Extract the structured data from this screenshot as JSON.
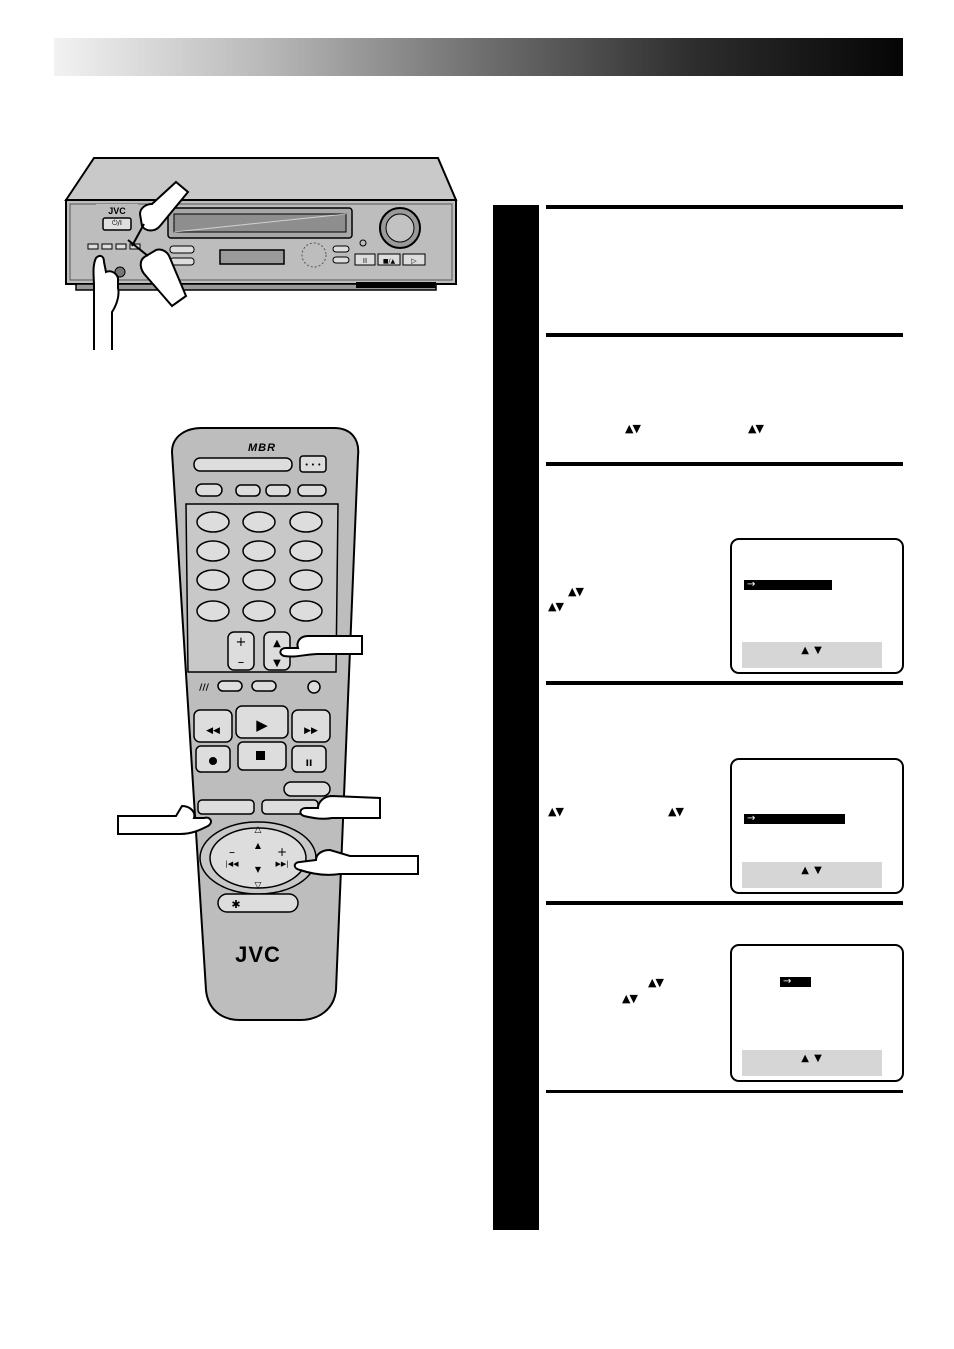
{
  "vcr": {
    "brand": "JVC",
    "power_label": "⏻/I"
  },
  "remote": {
    "brand": "JVC",
    "mbr_logo": "MBR"
  },
  "steps": {
    "step2_arrows": [
      "▲▼",
      "▲▼"
    ],
    "step3_arrows": [
      "▲▼",
      "▲▼"
    ],
    "step4_arrows": [
      "▲▼",
      "▲▼"
    ],
    "step5_arrows": [
      "▲▼",
      "▲▼"
    ]
  },
  "osd": {
    "cursor": "→",
    "footer_arrows": "▲ ▼"
  }
}
